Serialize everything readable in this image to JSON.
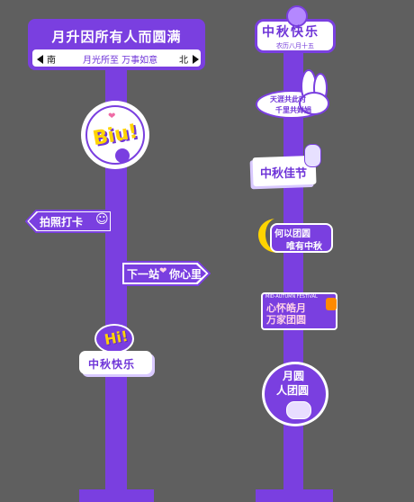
{
  "left": {
    "top_sign": {
      "title": "月升因所有人而圆满",
      "direction_left": "南",
      "direction_right": "北",
      "subtitle": "月光所至 万事如意"
    },
    "badge_top": {
      "text": "Biu!"
    },
    "sign_photo": {
      "text": "拍照打卡"
    },
    "sign_next": {
      "text": "下一站",
      "text2": "你心里"
    },
    "badge_bottom": {
      "text": "Hi!"
    },
    "sign_bottom": {
      "text": "中秋快乐"
    }
  },
  "right": {
    "top_badge": {
      "title": "中秋快乐",
      "subtitle": "农历八月十五"
    },
    "rabbit_text": {
      "line1": "天涯共此时",
      "line2": "千里共婵娟"
    },
    "festival_label": {
      "text": "中秋佳节"
    },
    "moon_message": {
      "line1": "何以团圆",
      "line2": "唯有中秋"
    },
    "festival_card": {
      "top": "MID-AUTUMN FESTIVAL",
      "line1": "心怀皓月",
      "line2": "万家团圆"
    },
    "round_badge": {
      "line1": "月圆",
      "line2": "人团圆"
    }
  },
  "colors": {
    "background": "#5f5f5f",
    "primary": "#7a3fe0",
    "accent": "#ffd400",
    "pink": "#ef6aa5"
  }
}
